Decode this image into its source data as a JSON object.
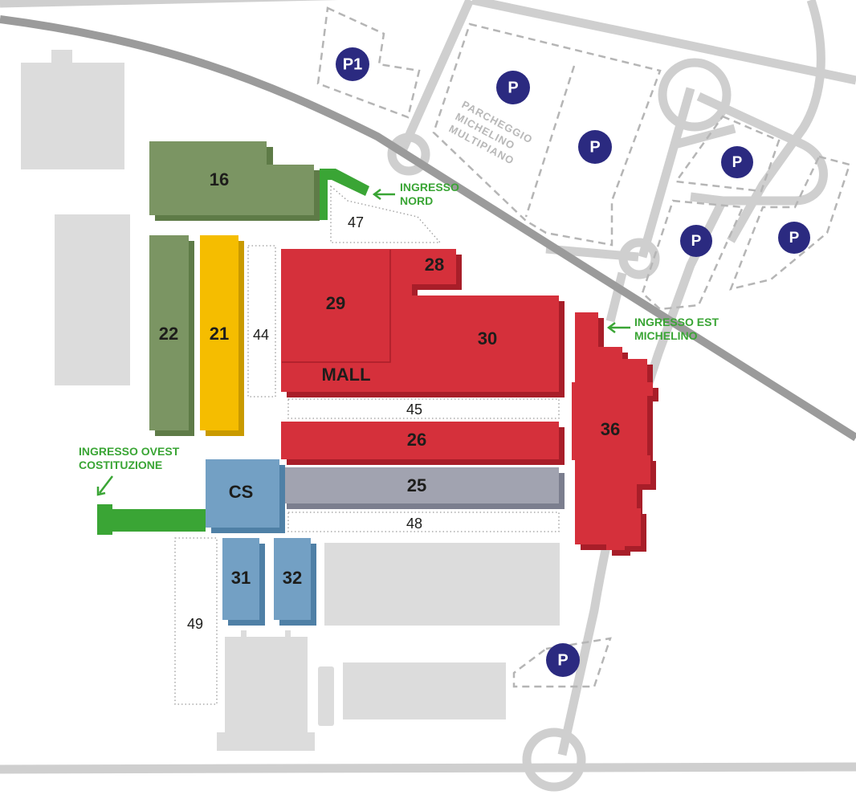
{
  "colors": {
    "green_building": "#7b9563",
    "yellow_building": "#f5bd00",
    "red_building": "#d5303b",
    "blue_building": "#73a0c4",
    "gray_building": "#a1a3b0",
    "entrance_green": "#3aa535",
    "parking_badge": "#2b2a80",
    "road": "#cfcfcf",
    "rail": "#9b9b9b",
    "neutral_block": "#dcdcdc"
  },
  "buildings": {
    "b16": "16",
    "b22": "22",
    "b21": "21",
    "b28": "28",
    "b29": "29",
    "b30": "30",
    "mall": "MALL",
    "b26": "26",
    "b25": "25",
    "cs": "CS",
    "b36": "36",
    "b31": "31",
    "b32": "32"
  },
  "zones": {
    "z47": "47",
    "z44": "44",
    "z45": "45",
    "z48": "48",
    "z49": "49"
  },
  "entrances": {
    "north_line1": "INGRESSO",
    "north_line2": "NORD",
    "east_line1": "INGRESSO EST",
    "east_line2": "MICHELINO",
    "west_line1": "INGRESSO OVEST",
    "west_line2": "COSTITUZIONE"
  },
  "parking": {
    "p1": "P1",
    "p": "P",
    "multi_line1": "PARCHEGGIO",
    "multi_line2": "MICHELINO",
    "multi_line3": "MULTIPIANO"
  }
}
